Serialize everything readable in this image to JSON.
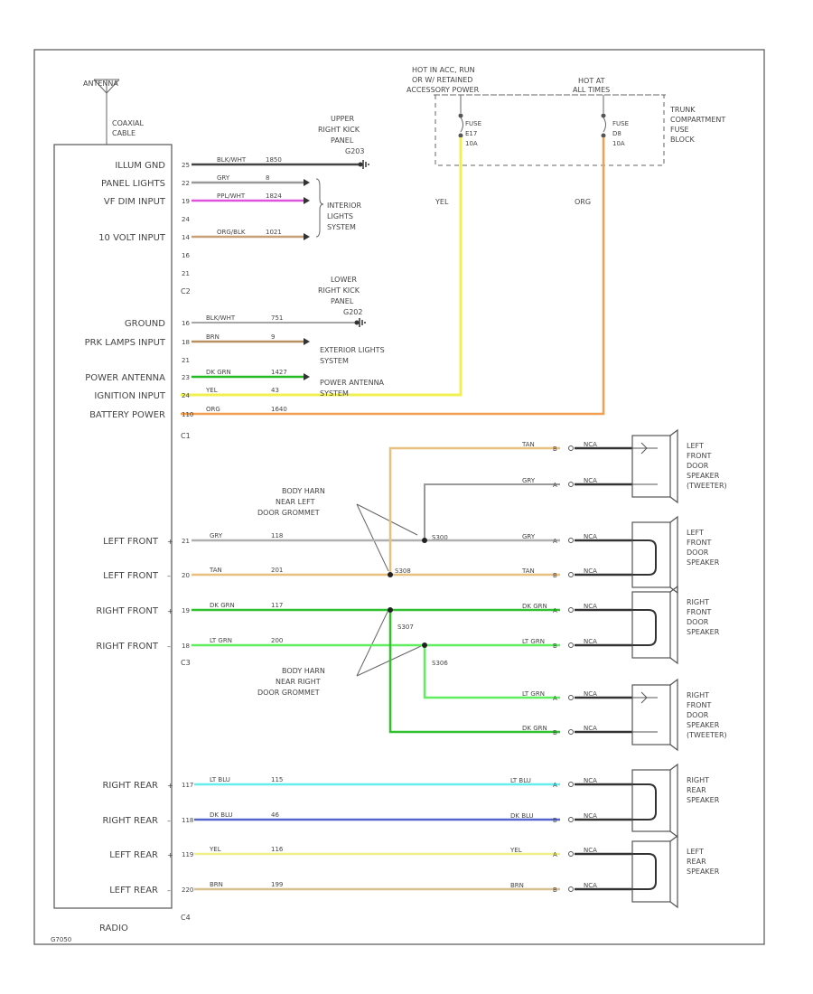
{
  "antenna": {
    "label": "ANTENNA",
    "cable": [
      "COAXIAL",
      "CABLE"
    ]
  },
  "radio": {
    "label": "RADIO"
  },
  "fuse_box": {
    "hot_run": [
      "HOT IN ACC, RUN",
      "OR W/ RETAINED",
      "ACCESSORY POWER"
    ],
    "hot_all": [
      "HOT AT",
      "ALL TIMES"
    ],
    "fuse1": [
      "FUSE",
      "E17",
      "10A"
    ],
    "fuse2": [
      "FUSE",
      "D8",
      "10A"
    ],
    "block": [
      "TRUNK",
      "COMPARTMENT",
      "FUSE",
      "BLOCK"
    ],
    "wire1_color": "YEL",
    "wire2_color": "ORG"
  },
  "grounds": {
    "upper": [
      "UPPER",
      "RIGHT KICK",
      "PANEL",
      "G203"
    ],
    "lower": [
      "LOWER",
      "RIGHT KICK",
      "PANEL",
      "G202"
    ]
  },
  "connectors": [
    "C2",
    "C1",
    "C3",
    "C4"
  ],
  "c2_pins": [
    {
      "label": "ILLUM GND",
      "pin": "25",
      "color": "BLK/WHT",
      "circuit": "1850",
      "wire": "#444444",
      "end": "ground"
    },
    {
      "label": "PANEL LIGHTS",
      "pin": "22",
      "color": "GRY",
      "circuit": "8",
      "wire": "#999999",
      "end": "arrow"
    },
    {
      "label": "VF DIM INPUT",
      "pin": "19",
      "color": "PPL/WHT",
      "circuit": "1824",
      "wire": "#dd55dd",
      "end": "arrow"
    },
    {
      "label": "",
      "pin": "24",
      "color": "",
      "circuit": "",
      "wire": "",
      "end": "none"
    },
    {
      "label": "10 VOLT INPUT",
      "pin": "14",
      "color": "ORG/BLK",
      "circuit": "1021",
      "wire": "#c8a078",
      "end": "arrow"
    },
    {
      "label": "",
      "pin": "16",
      "color": "",
      "circuit": "",
      "wire": "",
      "end": "none"
    },
    {
      "label": "",
      "pin": "21",
      "color": "",
      "circuit": "",
      "wire": "",
      "end": "none"
    }
  ],
  "c1_pins": [
    {
      "label": "GROUND",
      "pin": "16",
      "color": "BLK/WHT",
      "circuit": "751",
      "wire": "#888888",
      "end": "ground"
    },
    {
      "label": "PRK LAMPS INPUT",
      "pin": "18",
      "color": "BRN",
      "circuit": "9",
      "wire": "#b89060",
      "end": "arrow"
    },
    {
      "label": "",
      "pin": "21",
      "color": "",
      "circuit": "",
      "wire": "",
      "end": "none"
    },
    {
      "label": "POWER ANTENNA",
      "pin": "23",
      "color": "DK GRN",
      "circuit": "1427",
      "wire": "#22bb22",
      "end": "arrow"
    },
    {
      "label": "IGNITION INPUT",
      "pin": "24",
      "color": "YEL",
      "circuit": "43",
      "wire": "#f0f050",
      "end": "none"
    },
    {
      "label": "BATTERY POWER",
      "pin": "110",
      "color": "ORG",
      "circuit": "1640",
      "wire": "#f0a050",
      "end": "none"
    }
  ],
  "systems": {
    "interior": [
      "INTERIOR",
      "LIGHTS",
      "SYSTEM"
    ],
    "exterior": [
      "EXTERIOR LIGHTS",
      "SYSTEM"
    ],
    "power_antenna": [
      "POWER ANTENNA",
      "SYSTEM"
    ]
  },
  "front_channels": [
    {
      "label": "LEFT FRONT",
      "sign": "+",
      "pin": "21",
      "color": "GRY",
      "circuit": "118",
      "wire": "#b0b0b0"
    },
    {
      "label": "LEFT FRONT",
      "sign": "–",
      "pin": "20",
      "color": "TAN",
      "circuit": "201",
      "wire": "#e8c080"
    },
    {
      "label": "RIGHT FRONT",
      "sign": "+",
      "pin": "19",
      "color": "DK GRN",
      "circuit": "117",
      "wire": "#30c030"
    },
    {
      "label": "RIGHT FRONT",
      "sign": "–",
      "pin": "18",
      "color": "LT GRN",
      "circuit": "200",
      "wire": "#60ee60"
    }
  ],
  "splices": [
    "S300",
    "S308",
    "S307",
    "S306"
  ],
  "splice_notes": {
    "left": [
      "BODY HARN",
      "NEAR LEFT",
      "DOOR GROMMET"
    ],
    "right": [
      "BODY HARN",
      "NEAR RIGHT",
      "DOOR GROMMET"
    ]
  },
  "speaker_lines": [
    {
      "color": "TAN",
      "pin": "B"
    },
    {
      "color": "GRY",
      "pin": "A"
    },
    {
      "color": "GRY",
      "pin": "A"
    },
    {
      "color": "TAN",
      "pin": "B"
    },
    {
      "color": "DK GRN",
      "pin": "A"
    },
    {
      "color": "LT GRN",
      "pin": "B"
    },
    {
      "color": "LT GRN",
      "pin": "A"
    },
    {
      "color": "DK GRN",
      "pin": "B"
    }
  ],
  "rear_channels": [
    {
      "label": "RIGHT REAR",
      "sign": "+",
      "pin": "117",
      "color": "LT BLU",
      "circuit": "115",
      "wire": "#66eeee",
      "end_color": "LT BLU",
      "end_pin": "A"
    },
    {
      "label": "RIGHT REAR",
      "sign": "–",
      "pin": "118",
      "color": "DK BLU",
      "circuit": "46",
      "wire": "#5566cc",
      "end_color": "DK BLU",
      "end_pin": "B"
    },
    {
      "label": "LEFT REAR",
      "sign": "+",
      "pin": "119",
      "color": "YEL",
      "circuit": "116",
      "wire": "#f0f088",
      "end_color": "YEL",
      "end_pin": "A"
    },
    {
      "label": "LEFT REAR",
      "sign": "–",
      "pin": "220",
      "color": "BRN",
      "circuit": "199",
      "wire": "#d8c090",
      "end_color": "BRN",
      "end_pin": "B"
    }
  ],
  "speakers": [
    {
      "lines": [
        "LEFT",
        "FRONT",
        "DOOR",
        "SPEAKER",
        "(TWEETER)"
      ],
      "type": "tweeter"
    },
    {
      "lines": [
        "LEFT",
        "FRONT",
        "DOOR",
        "SPEAKER"
      ],
      "type": "coil"
    },
    {
      "lines": [
        "RIGHT",
        "FRONT",
        "DOOR",
        "SPEAKER"
      ],
      "type": "coil"
    },
    {
      "lines": [
        "RIGHT",
        "FRONT",
        "DOOR",
        "SPEAKER",
        "(TWEETER)"
      ],
      "type": "tweeter"
    },
    {
      "lines": [
        "RIGHT",
        "REAR",
        "SPEAKER"
      ],
      "type": "coil"
    },
    {
      "lines": [
        "LEFT",
        "REAR",
        "SPEAKER"
      ],
      "type": "coil"
    }
  ],
  "connector_code": "NCA",
  "figure_id": "G7050"
}
